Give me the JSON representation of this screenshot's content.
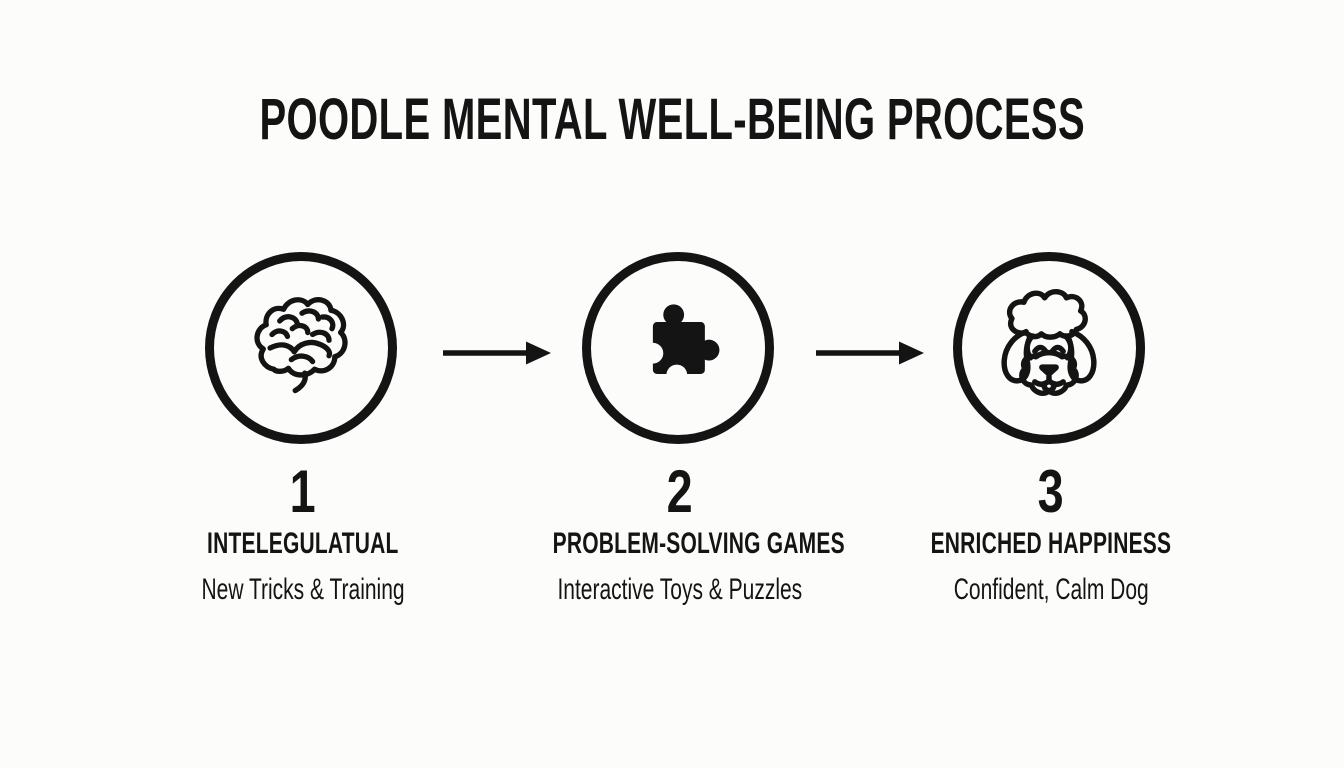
{
  "title": "POODLE MENTAL WELL-BEING PROCESS",
  "colors": {
    "background": "#fcfcfb",
    "ink": "#141414"
  },
  "icons": {
    "step1": "brain-icon",
    "step2": "puzzle-icon",
    "step3": "poodle-icon",
    "connector": "arrow-right-icon"
  },
  "steps": [
    {
      "number": "1",
      "label": "INTELEGULATUAL",
      "sublabel": "New Tricks & Training"
    },
    {
      "number": "2",
      "label": "PROBLEM-SOLVING GAMES",
      "sublabel": "Interactive Toys & Puzzles"
    },
    {
      "number": "3",
      "label": "ENRICHED HAPPINESS",
      "sublabel": "Confident, Calm Dog"
    }
  ]
}
